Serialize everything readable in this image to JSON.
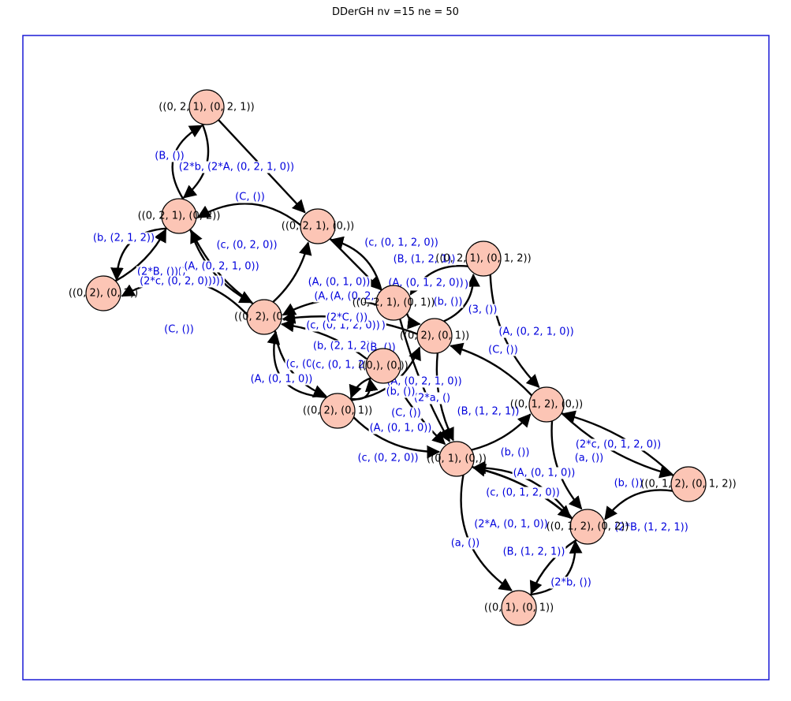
{
  "title": "DDerGH nv =15  ne = 50",
  "colors": {
    "frame": "#1a1ad6",
    "node_fill": "#fcc5b5",
    "edge_label": "#0000dd"
  },
  "nodes": [
    {
      "id": "n1",
      "label": "((0, 2, 1), (0, 2, 1))"
    },
    {
      "id": "n2",
      "label": "((0, 2, 1), (0, 2))"
    },
    {
      "id": "n3",
      "label": "((0, 2, 1), (0,))"
    },
    {
      "id": "n4",
      "label": "((0, 2), (0, 2))"
    },
    {
      "id": "n5",
      "label": "((0, 2), (0,))"
    },
    {
      "id": "n6",
      "label": "((0, 2, 1), (0, 1))"
    },
    {
      "id": "n7",
      "label": "((0, 2, 1), (0, 1, 2))"
    },
    {
      "id": "n8",
      "label": "((0, 2), (0, 1))"
    },
    {
      "id": "n9",
      "label": "((0,), (0,))"
    },
    {
      "id": "n10",
      "label": "((0, 2), (0, 1))"
    },
    {
      "id": "n11",
      "label": "((0, 1, 2), (0,))"
    },
    {
      "id": "n12",
      "label": "((0, 1), (0,))"
    },
    {
      "id": "n13",
      "label": "((0, 1, 2), (0, 1, 2))"
    },
    {
      "id": "n14",
      "label": "((0, 1, 2), (0, 2))"
    },
    {
      "id": "n15",
      "label": "((0, 1), (0, 1))"
    }
  ],
  "edge_labels": [
    "(B, ())",
    "(2*b, ()",
    "(2*A, (0, 2, 1, 0))",
    "(C, ())",
    "(b, (2, 1, 2))",
    "(2*B, ()",
    "(2*c, (0, 2, 0))",
    "(A, (0, 2, 1, 0))",
    "(c, (0, 2, 0))",
    "(C, ())",
    "(c, (0, 1, 2, 0))",
    "(B, (1, 2, 1))",
    "(A, (0, 1, 0))",
    "(A, (0, 2, 1, 0))",
    "(b, (2, 1, 2))",
    "(b, ())",
    "(c, (0, 1, 2, 0))",
    "(b, (2, 1, 2))",
    "(A, (0, 2, 1, 0))",
    "(C, ())",
    "(c, (0, 2, 0))",
    "(A, (0, 1, 0))",
    "(A, (0, 2, 1, 0))",
    "(b, ())",
    "(C, ())",
    "(B, (1, 2, 1))",
    "(A, (0, 1, 0))",
    "(c, (0, 2, 0))",
    "(b, ())",
    "(2*c, (0, 1, 2, 0))",
    "(a, ())",
    "(A, (0, 1, 0))",
    "(b, ())",
    "(c, (0, 1, 2, 0))",
    "(2*A, (0, 1, 0))",
    "(2*B, (1, 2, 1))",
    "(B, (1, 2, 1))",
    "(a, ())",
    "(2*b, ())",
    "(c, (0, 1, 2, 0))",
    "(2*a, ()",
    "(A, (0, 1, 2, 0))",
    "(2*B, ())",
    "(3, ())",
    "(2*c, (0, 2, 0))",
    "(B, ())",
    "(A, (0, 2, 1, 0))",
    "(c, (0, 1, 2, 0))",
    "(2*C, ())",
    "(b, ())"
  ]
}
